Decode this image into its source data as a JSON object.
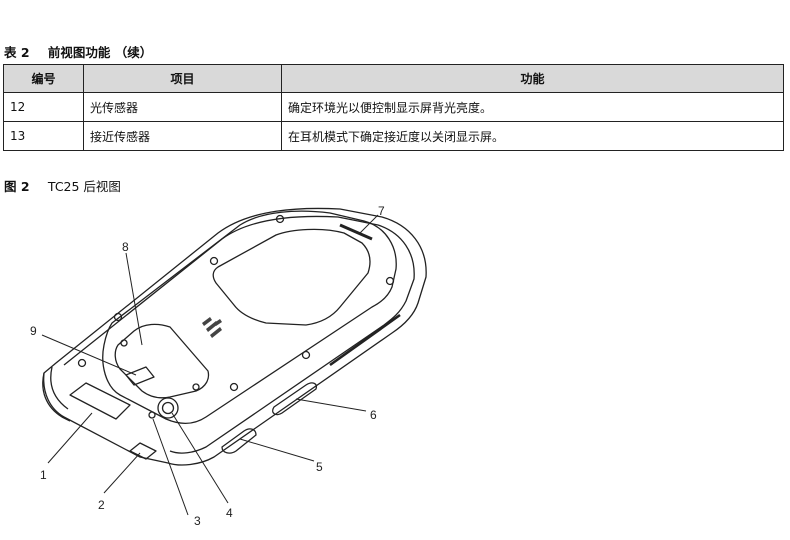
{
  "table": {
    "caption_number": "表 2",
    "caption_text": "前视图功能 （续）",
    "headers": [
      "编号",
      "项目",
      "功能"
    ],
    "rows": [
      {
        "num": "12",
        "item": "光传感器",
        "function": "确定环境光以便控制显示屏背光亮度。"
      },
      {
        "num": "13",
        "item": "接近传感器",
        "function": "在耳机模式下确定接近度以关闭显示屏。"
      }
    ]
  },
  "figure": {
    "caption_number": "图 2",
    "caption_text": "TC25 后视图",
    "callouts": [
      "1",
      "2",
      "3",
      "4",
      "5",
      "6",
      "7",
      "8",
      "9"
    ],
    "logo_icon": "zebra-head-icon"
  }
}
